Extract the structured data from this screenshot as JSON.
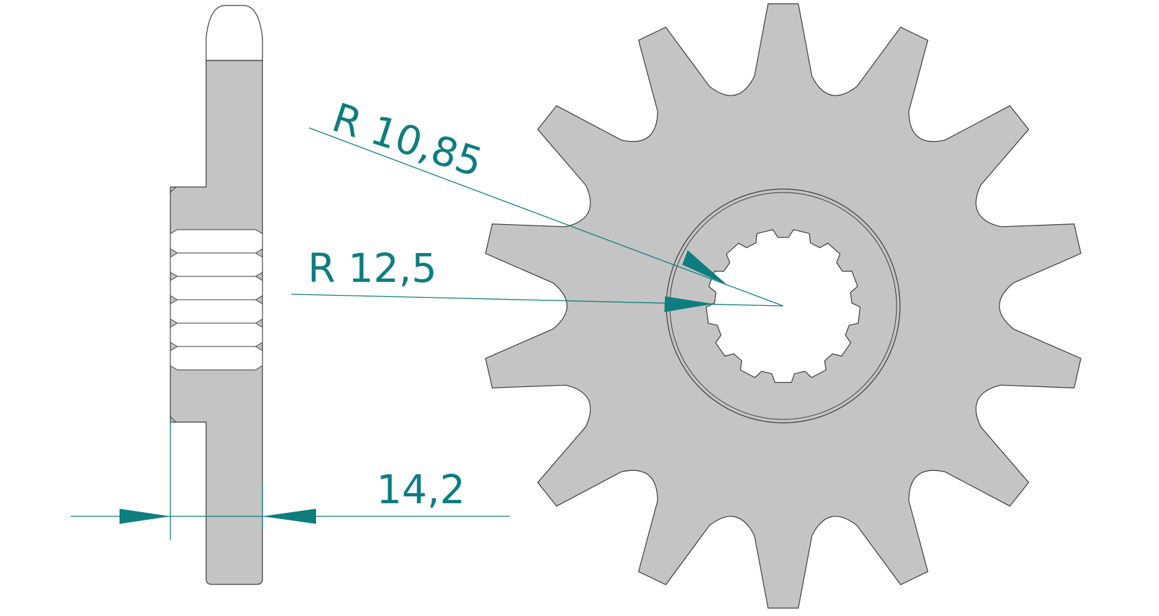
{
  "drawing": {
    "part_fill": "#c4c4c4",
    "outline_color": "#3a3a3a",
    "dimension_color": "#0e7d80",
    "background": "#ffffff",
    "sprocket_teeth": 14,
    "spline_teeth": 13
  },
  "dimensions": {
    "radius_outer_label": "R  10,85",
    "radius_inner_label": "R  12,5",
    "width_label": "14,2"
  }
}
